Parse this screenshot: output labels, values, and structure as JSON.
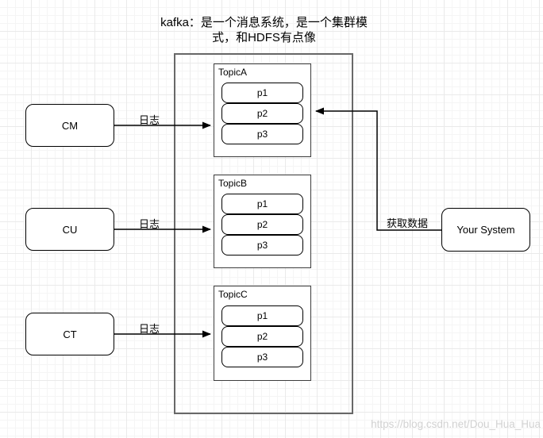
{
  "title": {
    "line1": "kafka：是一个消息系统，是一个集群模",
    "line2": "式，和HDFS有点像",
    "full_text": "kafka：是一个消息系统，是一个集群模式，和HDFS有点像"
  },
  "sources": [
    {
      "label": "CM"
    },
    {
      "label": "CU"
    },
    {
      "label": "CT"
    }
  ],
  "topics": [
    {
      "label": "TopicA",
      "partitions": [
        "p1",
        "p2",
        "p3"
      ]
    },
    {
      "label": "TopicB",
      "partitions": [
        "p1",
        "p2",
        "p3"
      ]
    },
    {
      "label": "TopicC",
      "partitions": [
        "p1",
        "p2",
        "p3"
      ]
    }
  ],
  "consumer": {
    "label": "Your System"
  },
  "edge_labels": {
    "log": "日志",
    "fetch": "获取数据"
  },
  "watermark": {
    "text": "https://blog.csdn.net/Dou_Hua_Hua"
  },
  "colors": {
    "background": "#ffffff",
    "grid_minor": "#f5f5f5",
    "grid_major": "#eaeaea",
    "container_stroke": "#686868",
    "topic_stroke": "#3d3d3d",
    "shape_stroke": "#000000",
    "shape_fill": "#ffffff",
    "text": "#000000",
    "watermark_text": "#d2d2d2"
  }
}
